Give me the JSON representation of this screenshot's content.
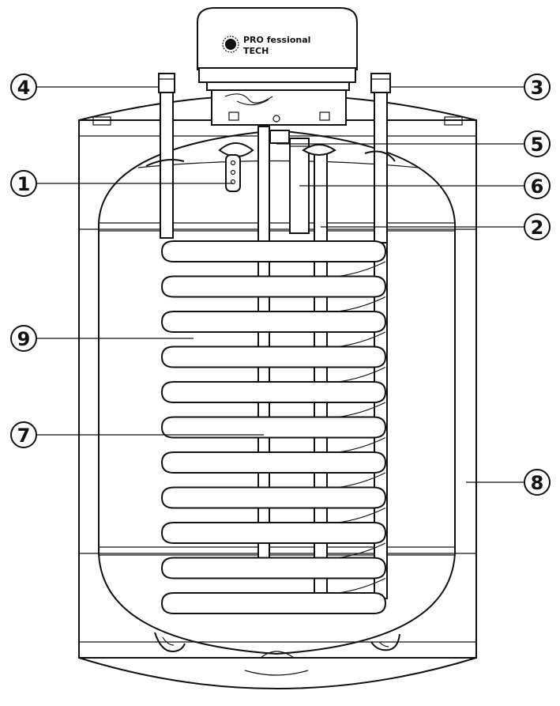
{
  "brand": {
    "line1": "PRO fessional",
    "line2": "TECH"
  },
  "callouts": [
    {
      "id": "1",
      "label": "1"
    },
    {
      "id": "2",
      "label": "2"
    },
    {
      "id": "3",
      "label": "3"
    },
    {
      "id": "4",
      "label": "4"
    },
    {
      "id": "5",
      "label": "5"
    },
    {
      "id": "6",
      "label": "6"
    },
    {
      "id": "7",
      "label": "7"
    },
    {
      "id": "8",
      "label": "8"
    },
    {
      "id": "9",
      "label": "9"
    }
  ]
}
